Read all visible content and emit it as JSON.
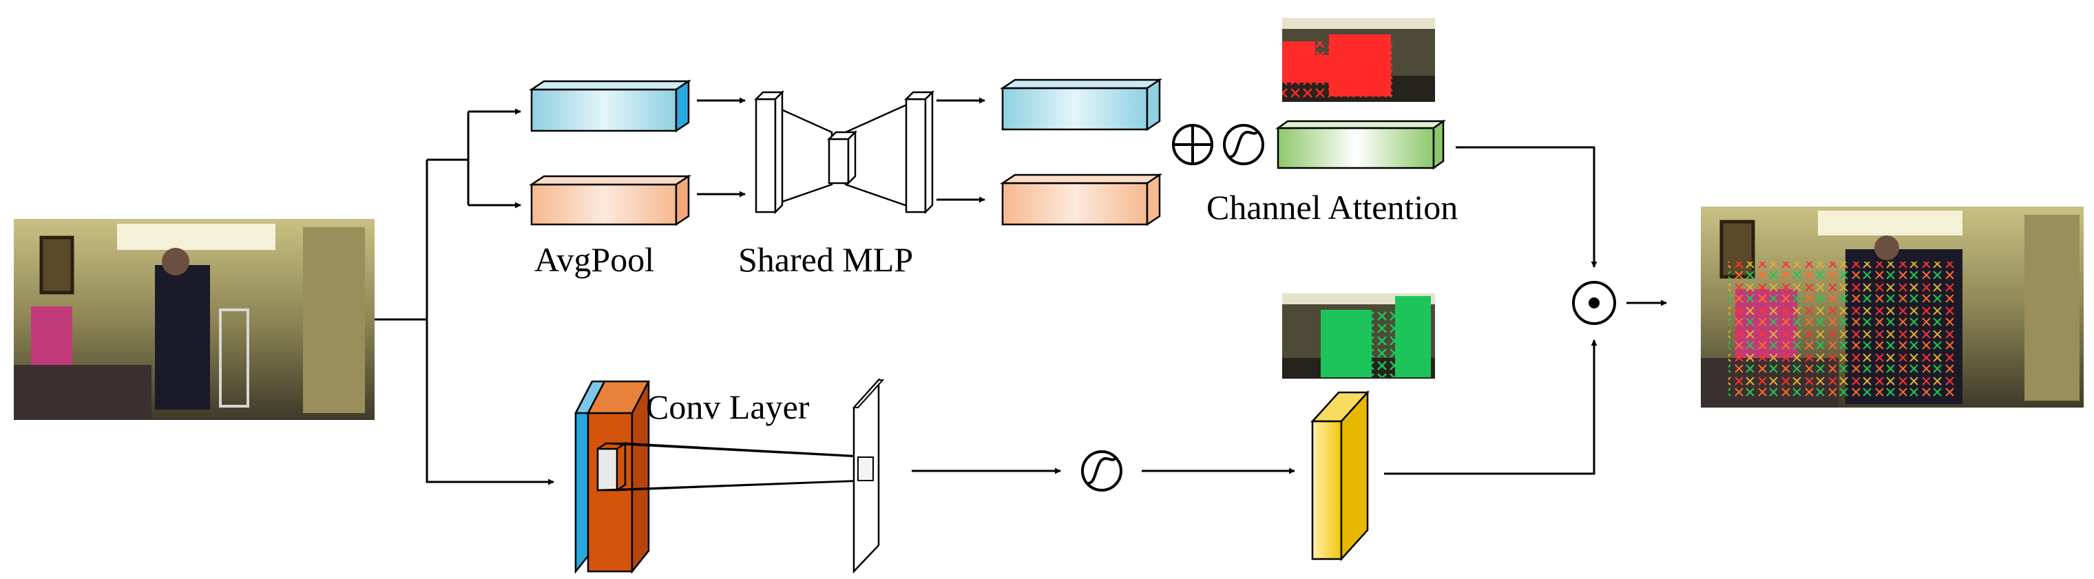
{
  "labels": {
    "avgpool": "AvgPool",
    "shared_mlp": "Shared MLP",
    "channel_attention": "Channel Attention",
    "conv_layer": "Conv Layer"
  },
  "symbols": {
    "sum": "⊕",
    "sigmoid": "sigmoid",
    "multiply": "⊙"
  },
  "colors": {
    "pool_blue": "#9fd8e6",
    "pool_orange": "#f9c8a8",
    "attention_green": "#9fcf80",
    "conv_blue": "#2aa9e0",
    "conv_orange": "#d4540c",
    "spatial_yellow": "#f5cf2a",
    "marker_red": "#ff2a2a",
    "marker_green": "#1cc45a"
  }
}
